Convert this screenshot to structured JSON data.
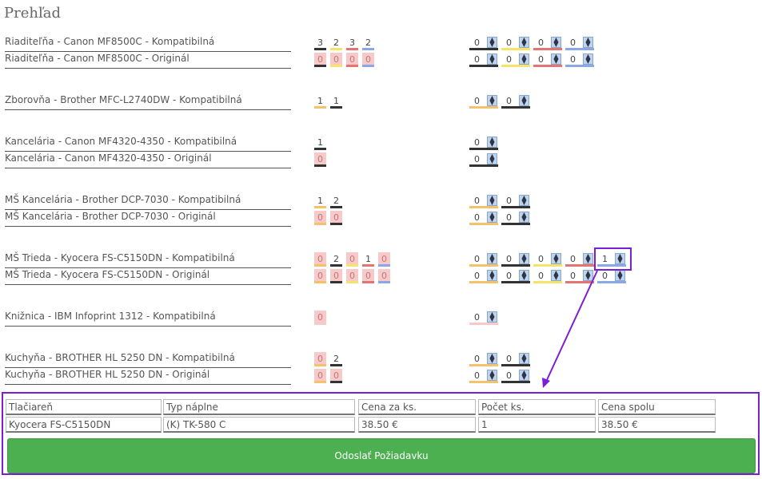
{
  "page": {
    "title": "Prehľad"
  },
  "colors": {
    "black": "#333333",
    "yellow": "#f6e36a",
    "red": "#e57373",
    "blue": "#8aa8e8",
    "orange": "#f5c26b",
    "pink": "#f7c9c9",
    "accent": "#7a1fd6",
    "submit": "#4caf50"
  },
  "rows": [
    {
      "label": "Riaditeľňa - Canon MF8500C - Kompatibilná",
      "cells": [
        {
          "c": "3",
          "color": "black",
          "pink": false,
          "v": "0"
        },
        {
          "c": "2",
          "color": "yellow",
          "pink": false,
          "v": "0"
        },
        {
          "c": "3",
          "color": "red",
          "pink": false,
          "v": "0"
        },
        {
          "c": "2",
          "color": "blue",
          "pink": false,
          "v": "0"
        }
      ]
    },
    {
      "label": "Riaditeľňa - Canon MF8500C - Originál",
      "cells": [
        {
          "c": "0",
          "color": "black",
          "pink": true,
          "v": "0"
        },
        {
          "c": "0",
          "color": "yellow",
          "pink": true,
          "v": "0"
        },
        {
          "c": "0",
          "color": "red",
          "pink": true,
          "v": "0"
        },
        {
          "c": "0",
          "color": "blue",
          "pink": true,
          "v": "0"
        }
      ]
    },
    {
      "label": "Zborovňa - Brother MFC-L2740DW - Kompatibilná",
      "cells": [
        {
          "c": "1",
          "color": "orange",
          "pink": false,
          "v": "0"
        },
        {
          "c": "1",
          "color": "black",
          "pink": false,
          "v": "0"
        }
      ]
    },
    {
      "label": "Kancelária - Canon MF4320-4350 - Kompatibilná",
      "cells": [
        {
          "c": "1",
          "color": "black",
          "pink": false,
          "v": "0"
        }
      ]
    },
    {
      "label": "Kancelária - Canon MF4320-4350 - Originál",
      "cells": [
        {
          "c": "0",
          "color": "black",
          "pink": true,
          "v": "0"
        }
      ]
    },
    {
      "label": "MŠ Kancelária - Brother DCP-7030 - Kompatibilná",
      "cells": [
        {
          "c": "1",
          "color": "orange",
          "pink": false,
          "v": "0"
        },
        {
          "c": "2",
          "color": "black",
          "pink": false,
          "v": "0"
        }
      ]
    },
    {
      "label": "MŠ Kancelária - Brother DCP-7030 - Originál",
      "cells": [
        {
          "c": "0",
          "color": "orange",
          "pink": true,
          "v": "0"
        },
        {
          "c": "0",
          "color": "black",
          "pink": true,
          "v": "0"
        }
      ]
    },
    {
      "label": "MŠ Trieda - Kyocera FS-C5150DN - Kompatibilná",
      "cells": [
        {
          "c": "0",
          "color": "orange",
          "pink": true,
          "v": "0"
        },
        {
          "c": "2",
          "color": "black",
          "pink": false,
          "v": "0"
        },
        {
          "c": "0",
          "color": "yellow",
          "pink": true,
          "v": "0"
        },
        {
          "c": "1",
          "color": "red",
          "pink": false,
          "v": "0"
        },
        {
          "c": "0",
          "color": "blue",
          "pink": true,
          "v": "1"
        }
      ]
    },
    {
      "label": "MŠ Trieda - Kyocera FS-C5150DN - Originál",
      "cells": [
        {
          "c": "0",
          "color": "orange",
          "pink": true,
          "v": "0"
        },
        {
          "c": "0",
          "color": "black",
          "pink": true,
          "v": "0"
        },
        {
          "c": "0",
          "color": "yellow",
          "pink": true,
          "v": "0"
        },
        {
          "c": "0",
          "color": "red",
          "pink": true,
          "v": "0"
        },
        {
          "c": "0",
          "color": "blue",
          "pink": true,
          "v": "0"
        }
      ]
    },
    {
      "label": "Knižnica - IBM Infoprint 1312 - Kompatibilná",
      "cells": [
        {
          "c": "0",
          "color": "pink",
          "pink": true,
          "v": "0"
        }
      ]
    },
    {
      "label": "Kuchyňa - BROTHER HL 5250 DN - Kompatibilná",
      "cells": [
        {
          "c": "0",
          "color": "orange",
          "pink": true,
          "v": "0"
        },
        {
          "c": "2",
          "color": "black",
          "pink": false,
          "v": "0"
        }
      ]
    },
    {
      "label": "Kuchyňa - BROTHER HL 5250 DN - Originál",
      "cells": [
        {
          "c": "0",
          "color": "orange",
          "pink": true,
          "v": "0"
        },
        {
          "c": "0",
          "color": "black",
          "pink": true,
          "v": "0"
        }
      ]
    }
  ],
  "order": {
    "headers": [
      "Tlačiareň",
      "Typ náplne",
      "Cena za ks.",
      "Počet ks.",
      "Cena spolu"
    ],
    "values": [
      "Kyocera FS-C5150DN",
      "(K) TK-580 C",
      "38.50 €",
      "1",
      "38.50 €"
    ],
    "submit_label": "Odoslať Požiadavku"
  }
}
